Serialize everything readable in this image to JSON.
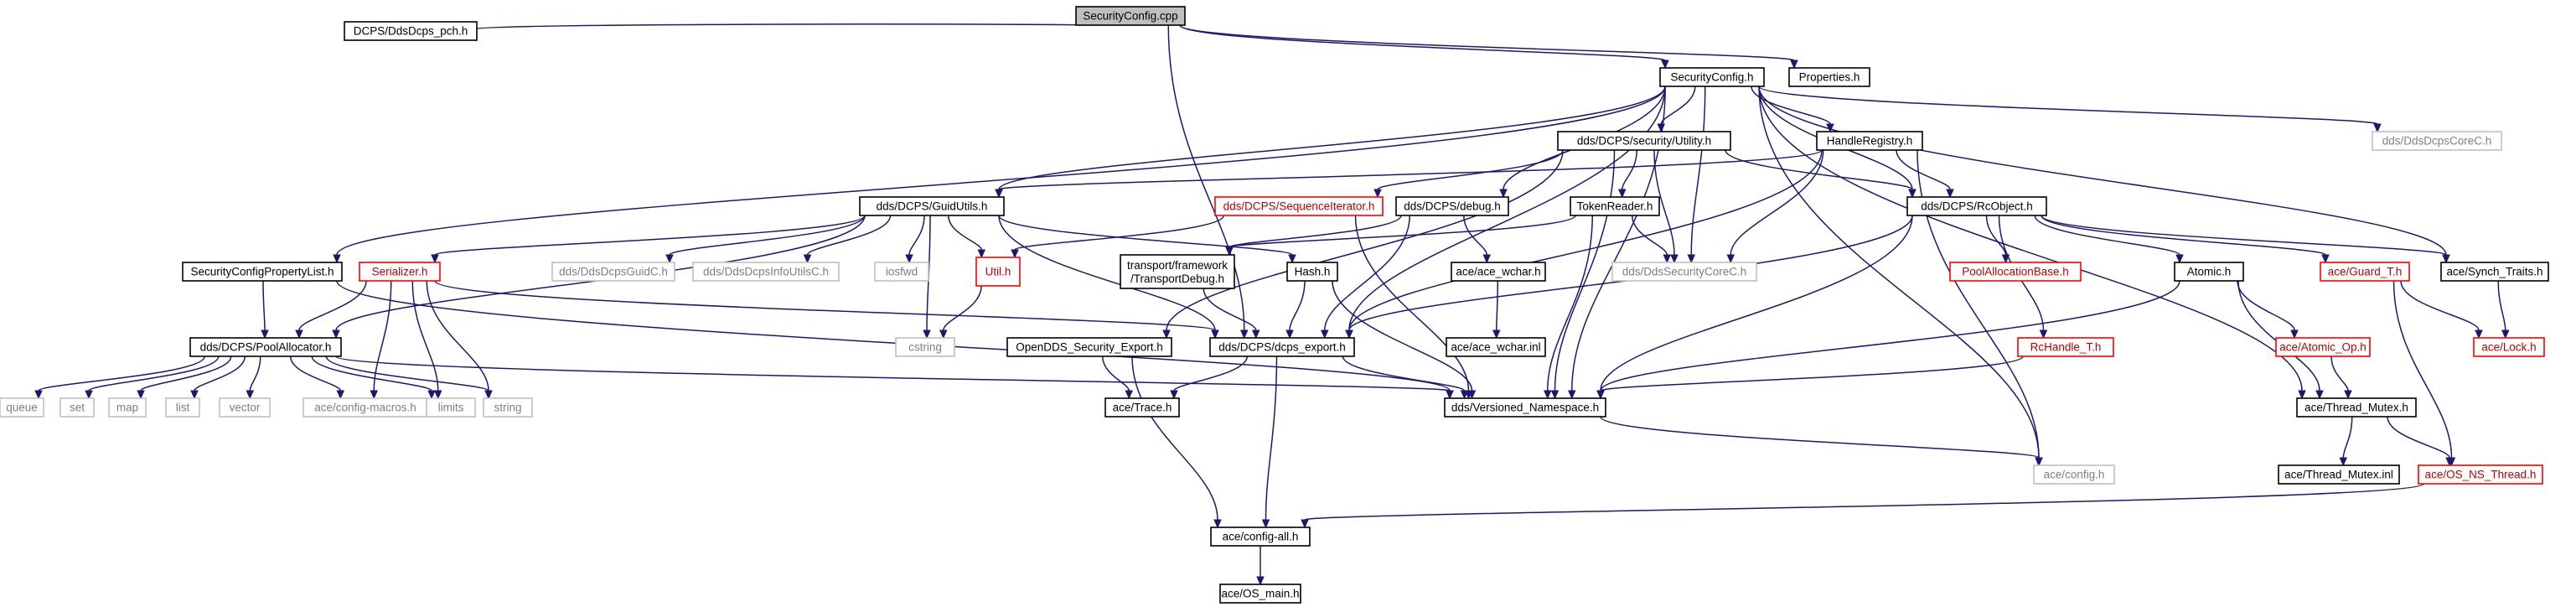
{
  "diagram": {
    "title": "SecurityConfig.cpp",
    "nodes": [
      {
        "id": "root",
        "label": "SecurityConfig.cpp",
        "style": "root"
      },
      {
        "id": "pch",
        "label": "DCPS/DdsDcps_pch.h",
        "style": "normal"
      },
      {
        "id": "props",
        "label": "Properties.h",
        "style": "normal"
      },
      {
        "id": "sech",
        "label": "SecurityConfig.h",
        "style": "normal"
      },
      {
        "id": "spl",
        "label": "SecurityConfigPropertyList.h",
        "style": "normal"
      },
      {
        "id": "guid",
        "label": "dds/DCPS/GuidUtils.h",
        "style": "normal"
      },
      {
        "id": "util",
        "label": "dds/DCPS/security/Utility.h",
        "style": "normal"
      },
      {
        "id": "hreg",
        "label": "HandleRegistry.h",
        "style": "normal"
      },
      {
        "id": "corec",
        "label": "dds/DdsDcpsCoreC.h",
        "style": "gray"
      },
      {
        "id": "seqit",
        "label": "dds/DCPS/SequenceIterator.h",
        "style": "red"
      },
      {
        "id": "debug",
        "label": "dds/DCPS/debug.h",
        "style": "normal"
      },
      {
        "id": "token",
        "label": "TokenReader.h",
        "style": "normal"
      },
      {
        "id": "rcobj",
        "label": "dds/DCPS/RcObject.h",
        "style": "normal"
      },
      {
        "id": "ser",
        "label": "Serializer.h",
        "style": "red"
      },
      {
        "id": "guidc",
        "label": "dds/DdsDcpsGuidC.h",
        "style": "gray"
      },
      {
        "id": "infou",
        "label": "dds/DdsDcpsInfoUtilsC.h",
        "style": "gray"
      },
      {
        "id": "iosfwd",
        "label": "iosfwd",
        "style": "gray"
      },
      {
        "id": "utilh",
        "label": "Util.h",
        "style": "red"
      },
      {
        "id": "tdbg",
        "label": "transport/framework/TransportDebug.h",
        "style": "normal"
      },
      {
        "id": "hash",
        "label": "Hash.h",
        "style": "normal"
      },
      {
        "id": "wchar",
        "label": "ace/ace_wchar.h",
        "style": "normal"
      },
      {
        "id": "secc",
        "label": "dds/DdsSecurityCoreC.h",
        "style": "gray"
      },
      {
        "id": "pab",
        "label": "PoolAllocationBase.h",
        "style": "red"
      },
      {
        "id": "atomic",
        "label": "Atomic.h",
        "style": "normal"
      },
      {
        "id": "guardt",
        "label": "ace/Guard_T.h",
        "style": "red"
      },
      {
        "id": "synch",
        "label": "ace/Synch_Traits.h",
        "style": "normal"
      },
      {
        "id": "pool",
        "label": "dds/DCPS/PoolAllocator.h",
        "style": "normal"
      },
      {
        "id": "cstring",
        "label": "cstring",
        "style": "gray"
      },
      {
        "id": "osexp",
        "label": "OpenDDS_Security_Export.h",
        "style": "normal"
      },
      {
        "id": "dcpsexp",
        "label": "dds/DCPS/dcps_export.h",
        "style": "normal"
      },
      {
        "id": "wcharinl",
        "label": "ace/ace_wchar.inl",
        "style": "normal"
      },
      {
        "id": "rch",
        "label": "RcHandle_T.h",
        "style": "red"
      },
      {
        "id": "atomop",
        "label": "ace/Atomic_Op.h",
        "style": "red"
      },
      {
        "id": "lock",
        "label": "ace/Lock.h",
        "style": "red"
      },
      {
        "id": "queue",
        "label": "queue",
        "style": "gray"
      },
      {
        "id": "set",
        "label": "set",
        "style": "gray"
      },
      {
        "id": "map",
        "label": "map",
        "style": "gray"
      },
      {
        "id": "list",
        "label": "list",
        "style": "gray"
      },
      {
        "id": "vector",
        "label": "vector",
        "style": "gray"
      },
      {
        "id": "cfgmac",
        "label": "ace/config-macros.h",
        "style": "gray"
      },
      {
        "id": "limits",
        "label": "limits",
        "style": "gray"
      },
      {
        "id": "string",
        "label": "string",
        "style": "gray"
      },
      {
        "id": "trace",
        "label": "ace/Trace.h",
        "style": "normal"
      },
      {
        "id": "verns",
        "label": "dds/Versioned_Namespace.h",
        "style": "normal"
      },
      {
        "id": "thrmutex",
        "label": "ace/Thread_Mutex.h",
        "style": "normal"
      },
      {
        "id": "config",
        "label": "ace/config.h",
        "style": "gray"
      },
      {
        "id": "thrmutexinl",
        "label": "ace/Thread_Mutex.inl",
        "style": "normal"
      },
      {
        "id": "osnsthr",
        "label": "ace/OS_NS_Thread.h",
        "style": "red"
      },
      {
        "id": "cfgall",
        "label": "ace/config-all.h",
        "style": "normal"
      },
      {
        "id": "osmain",
        "label": "ace/OS_main.h",
        "style": "normal"
      }
    ],
    "edges": [
      [
        "root",
        "pch"
      ],
      [
        "root",
        "sech"
      ],
      [
        "root",
        "props"
      ],
      [
        "root",
        "dcpsexp"
      ],
      [
        "sech",
        "spl"
      ],
      [
        "sech",
        "guid"
      ],
      [
        "sech",
        "util"
      ],
      [
        "sech",
        "hreg"
      ],
      [
        "sech",
        "corec"
      ],
      [
        "sech",
        "debug"
      ],
      [
        "sech",
        "rcobj"
      ],
      [
        "sech",
        "synch"
      ],
      [
        "sech",
        "thrmutex"
      ],
      [
        "sech",
        "config"
      ],
      [
        "sech",
        "secc"
      ],
      [
        "sech",
        "dcpsexp"
      ],
      [
        "sech",
        "verns"
      ],
      [
        "util",
        "seqit"
      ],
      [
        "util",
        "token"
      ],
      [
        "util",
        "rcobj"
      ],
      [
        "util",
        "secc"
      ],
      [
        "util",
        "osexp"
      ],
      [
        "util",
        "verns"
      ],
      [
        "hreg",
        "rcobj"
      ],
      [
        "hreg",
        "guid"
      ],
      [
        "hreg",
        "secc"
      ],
      [
        "hreg",
        "dcpsexp"
      ],
      [
        "hreg",
        "config"
      ],
      [
        "guid",
        "ser"
      ],
      [
        "guid",
        "guidc"
      ],
      [
        "guid",
        "infou"
      ],
      [
        "guid",
        "iosfwd"
      ],
      [
        "guid",
        "utilh"
      ],
      [
        "guid",
        "hash"
      ],
      [
        "guid",
        "cstring"
      ],
      [
        "guid",
        "pool"
      ],
      [
        "guid",
        "dcpsexp"
      ],
      [
        "seqit",
        "utilh"
      ],
      [
        "seqit",
        "verns"
      ],
      [
        "debug",
        "tdbg"
      ],
      [
        "debug",
        "wchar"
      ],
      [
        "debug",
        "dcpsexp"
      ],
      [
        "token",
        "secc"
      ],
      [
        "token",
        "verns"
      ],
      [
        "token",
        "tdbg"
      ],
      [
        "rcobj",
        "pab"
      ],
      [
        "rcobj",
        "atomic"
      ],
      [
        "rcobj",
        "guardt"
      ],
      [
        "rcobj",
        "synch"
      ],
      [
        "rcobj",
        "rch"
      ],
      [
        "rcobj",
        "dcpsexp"
      ],
      [
        "rcobj",
        "verns"
      ],
      [
        "spl",
        "pool"
      ],
      [
        "ser",
        "pool"
      ],
      [
        "ser",
        "cfgmac"
      ],
      [
        "ser",
        "limits"
      ],
      [
        "ser",
        "string"
      ],
      [
        "ser",
        "dcpsexp"
      ],
      [
        "utilh",
        "cstring"
      ],
      [
        "tdbg",
        "dcpsexp"
      ],
      [
        "hash",
        "dcpsexp"
      ],
      [
        "hash",
        "verns"
      ],
      [
        "wchar",
        "wcharinl"
      ],
      [
        "atomic",
        "atomop"
      ],
      [
        "atomic",
        "thrmutex"
      ],
      [
        "atomic",
        "verns"
      ],
      [
        "guardt",
        "lock"
      ],
      [
        "guardt",
        "osnsthr"
      ],
      [
        "synch",
        "lock"
      ],
      [
        "pool",
        "queue"
      ],
      [
        "pool",
        "set"
      ],
      [
        "pool",
        "map"
      ],
      [
        "pool",
        "list"
      ],
      [
        "pool",
        "vector"
      ],
      [
        "pool",
        "cfgmac"
      ],
      [
        "pool",
        "limits"
      ],
      [
        "pool",
        "string"
      ],
      [
        "pool",
        "verns"
      ],
      [
        "spl",
        "verns"
      ],
      [
        "osexp",
        "trace"
      ],
      [
        "osexp",
        "cfgall"
      ],
      [
        "dcpsexp",
        "trace"
      ],
      [
        "dcpsexp",
        "cfgall"
      ],
      [
        "dcpsexp",
        "verns"
      ],
      [
        "rch",
        "verns"
      ],
      [
        "atomop",
        "thrmutex"
      ],
      [
        "thrmutex",
        "thrmutexinl"
      ],
      [
        "thrmutex",
        "osnsthr"
      ],
      [
        "verns",
        "config"
      ],
      [
        "osnsthr",
        "cfgall"
      ],
      [
        "cfgall",
        "osmain"
      ]
    ]
  }
}
